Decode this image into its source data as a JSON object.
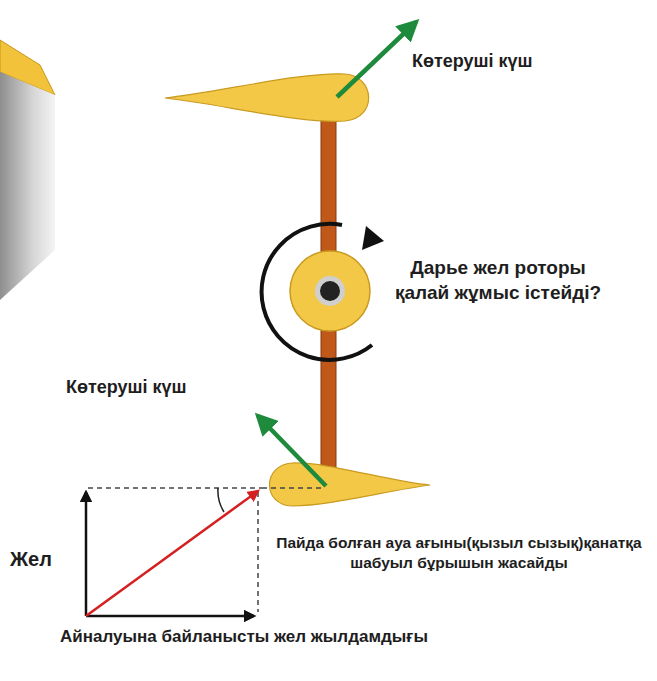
{
  "diagram": {
    "labels": [
      "Көтеруші күш",
      "Дарье жел роторы қалай жұмыс істейді?",
      "Көтеруші күш",
      "Жел",
      "Пайда болған ауа ағыны(қызыл сызық)қанатқа шабуыл бұрышын жасайды",
      "Айналуына байланысты жел жылдамдығы"
    ]
  }
}
